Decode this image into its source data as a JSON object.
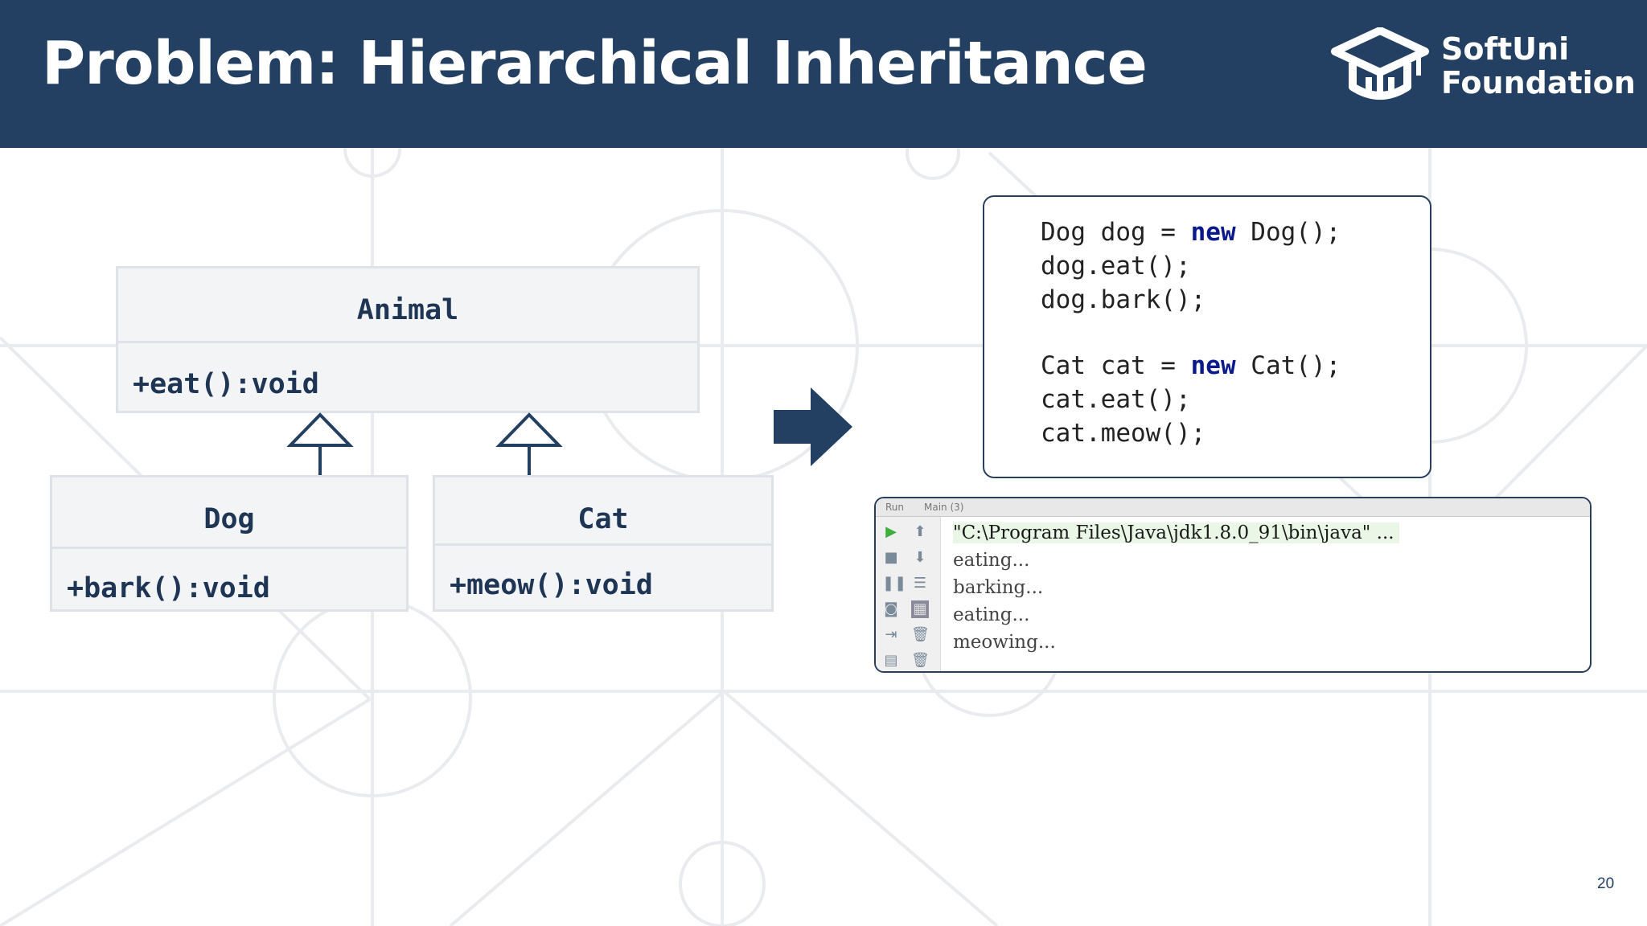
{
  "header": {
    "title": "Problem: Hierarchical Inheritance",
    "logo_line1": "SoftUni",
    "logo_line2": "Foundation"
  },
  "diagram": {
    "animal": {
      "name": "Animal",
      "method": "+eat():void"
    },
    "dog": {
      "name": "Dog",
      "method": "+bark():void"
    },
    "cat": {
      "name": "Cat",
      "method": "+meow():void"
    }
  },
  "code": {
    "lines": [
      {
        "pre": "Dog dog = ",
        "kw": "new",
        "post": " Dog();"
      },
      {
        "pre": "dog.eat();",
        "kw": "",
        "post": ""
      },
      {
        "pre": "dog.bark();",
        "kw": "",
        "post": ""
      },
      {
        "pre": "Cat cat = ",
        "kw": "new",
        "post": " Cat();"
      },
      {
        "pre": "cat.eat();",
        "kw": "",
        "post": ""
      },
      {
        "pre": "cat.meow();",
        "kw": "",
        "post": ""
      }
    ]
  },
  "console": {
    "tab_run": "Run",
    "tab_main": "Main (3)",
    "lines": [
      "\"C:\\Program Files\\Java\\jdk1.8.0_91\\bin\\java\" ...",
      "eating...",
      "barking...",
      "eating...",
      "meowing..."
    ]
  },
  "icons": [
    "softuni-logo-icon",
    "inherit-arrow-icon",
    "right-arrow-icon",
    "run-icon",
    "stop-icon",
    "pause-icon",
    "up-icon",
    "down-icon",
    "trash-icon"
  ],
  "colors": {
    "header": "#234063",
    "uml_fill": "#f3f4f6",
    "uml_text": "#1f3554",
    "keyword": "#0b1a8a"
  },
  "page_number": "20"
}
